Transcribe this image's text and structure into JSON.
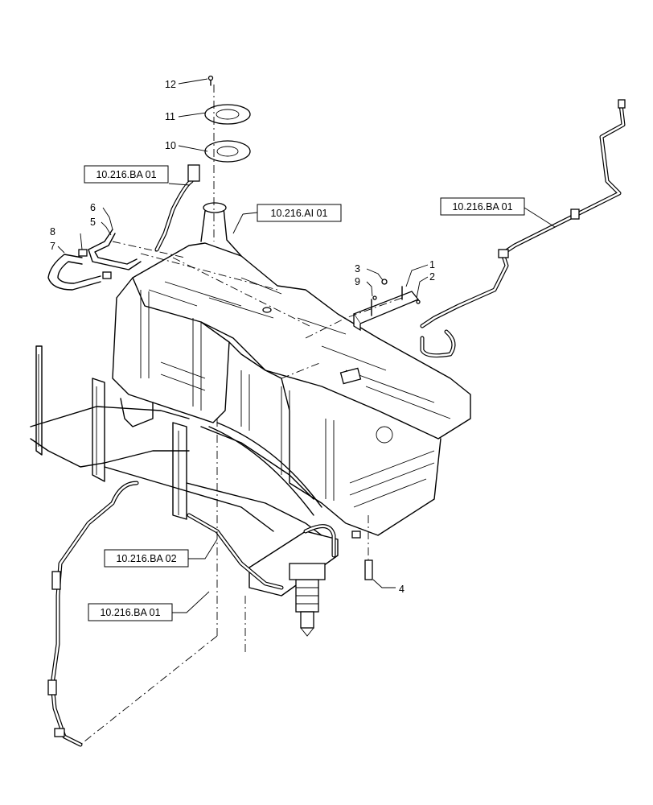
{
  "references": {
    "ref_top_left": "10.216.BA 01",
    "ref_tank": "10.216.AI 01",
    "ref_right_line": "10.216.BA 01",
    "ref_middle": "10.216.BA 02",
    "ref_bottom_left": "10.216.BA 01"
  },
  "callouts": {
    "c1": "1",
    "c2": "2",
    "c3": "3",
    "c4": "4",
    "c5": "5",
    "c6": "6",
    "c7": "7",
    "c8": "8",
    "c9": "9",
    "c10": "10",
    "c11": "11",
    "c12": "12"
  }
}
